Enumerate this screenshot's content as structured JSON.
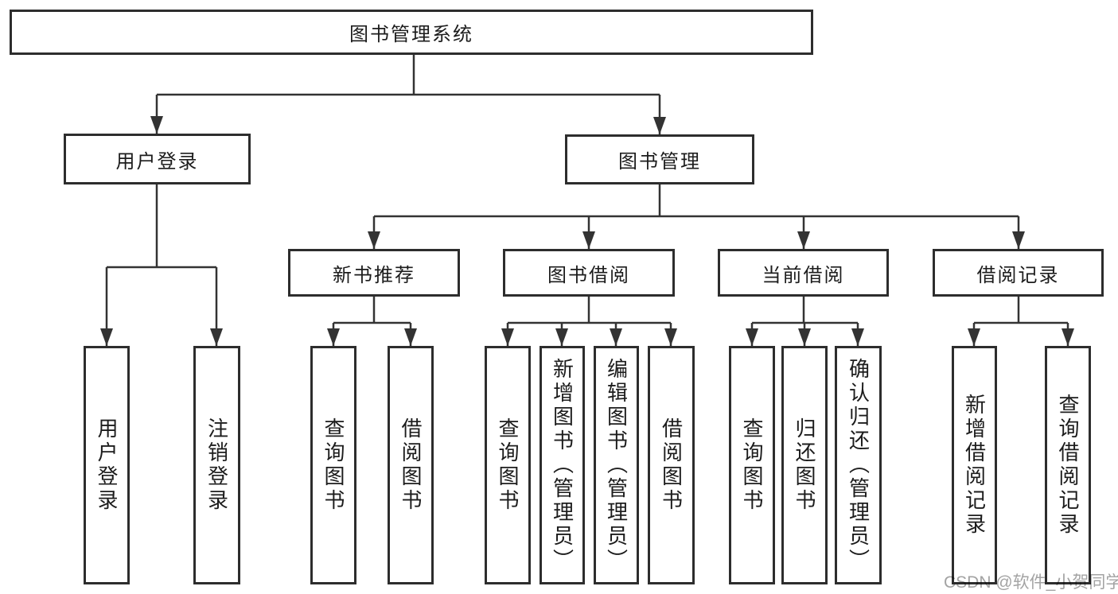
{
  "diagram": {
    "root": {
      "label": "图书管理系统"
    },
    "level1": [
      {
        "label": "用户登录"
      },
      {
        "label": "图书管理"
      }
    ],
    "level2": [
      {
        "label": "新书推荐",
        "parent": "图书管理"
      },
      {
        "label": "图书借阅",
        "parent": "图书管理"
      },
      {
        "label": "当前借阅",
        "parent": "图书管理"
      },
      {
        "label": "借阅记录",
        "parent": "图书管理"
      }
    ],
    "leaves": [
      {
        "label": "用户登录",
        "parent": "用户登录"
      },
      {
        "label": "注销登录",
        "parent": "用户登录"
      },
      {
        "label": "查询图书",
        "parent": "新书推荐"
      },
      {
        "label": "借阅图书",
        "parent": "新书推荐"
      },
      {
        "label": "查询图书",
        "parent": "图书借阅"
      },
      {
        "label": "新增图书（管理员）",
        "parent": "图书借阅"
      },
      {
        "label": "编辑图书（管理员）",
        "parent": "图书借阅"
      },
      {
        "label": "借阅图书",
        "parent": "图书借阅"
      },
      {
        "label": "查询图书",
        "parent": "当前借阅"
      },
      {
        "label": "归还图书",
        "parent": "当前借阅"
      },
      {
        "label": "确认归还（管理员）",
        "parent": "当前借阅"
      },
      {
        "label": "新增借阅记录",
        "parent": "借阅记录"
      },
      {
        "label": "查询借阅记录",
        "parent": "借阅记录"
      }
    ]
  },
  "watermark": {
    "text": "CSDN @软件_小贺同学",
    "color": "#a3a3a3"
  },
  "colors": {
    "background": "#ffffff",
    "box_border": "#2d2d2d",
    "line": "#333333",
    "text": "#1c1c1c"
  }
}
